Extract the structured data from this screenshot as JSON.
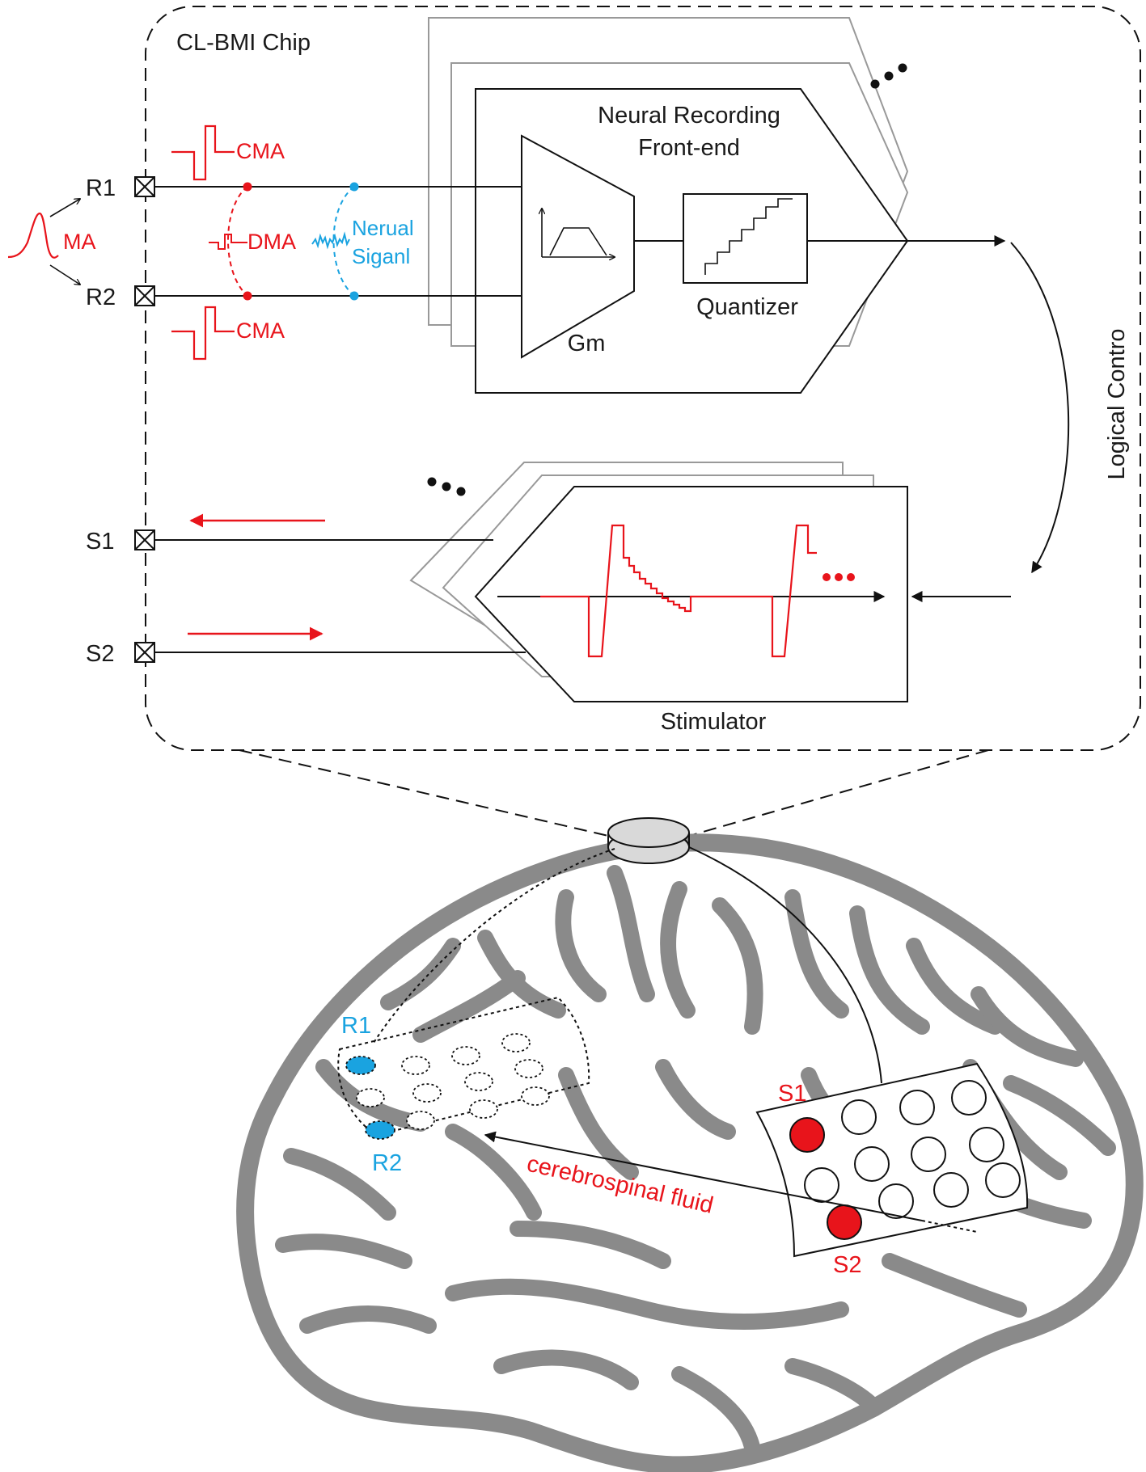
{
  "chip": {
    "title": "CL-BMI Chip",
    "pads": [
      "R1",
      "R2",
      "S1",
      "S2"
    ]
  },
  "recording": {
    "title_line1": "Neural Recording",
    "title_line2": "Front-end",
    "gm_label": "Gm",
    "quantizer_label": "Quantizer",
    "ellipsis": "•••"
  },
  "signals": {
    "ma": "MA",
    "cma_top": "CMA",
    "cma_bottom": "CMA",
    "dma": "DMA",
    "neural_line1": "Nerual",
    "neural_line2": "Siganl"
  },
  "control": {
    "label": "Logical Contro"
  },
  "stimulator": {
    "label": "Stimulator",
    "ellipsis": "•••",
    "pulse_ellipsis": "•••"
  },
  "brain": {
    "r1": "R1",
    "r2": "R2",
    "s1": "S1",
    "s2": "S2",
    "fluid": "cerebrospinal fluid"
  },
  "colors": {
    "red": "#e8141b",
    "blue": "#1aa3e0",
    "brain_gray": "#8a8a8a"
  }
}
